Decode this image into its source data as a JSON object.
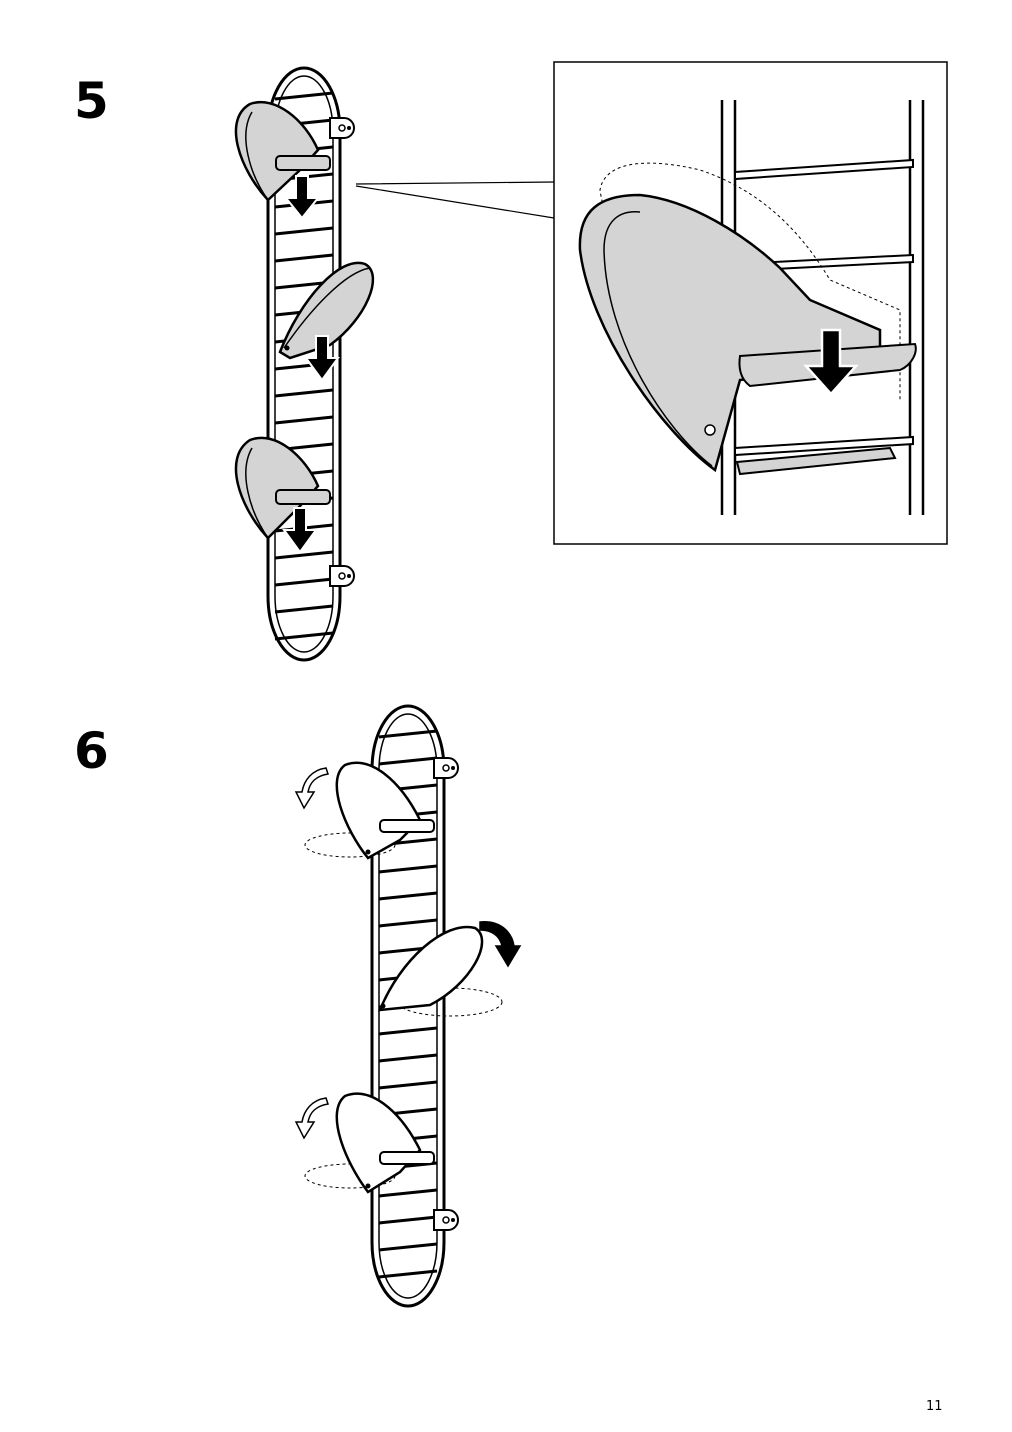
{
  "steps": [
    {
      "number": "5"
    },
    {
      "number": "6"
    }
  ],
  "page_number": "11",
  "colors": {
    "line": "#000000",
    "shade": "#d4d4d4",
    "paper": "#ffffff"
  },
  "illustrations": [
    {
      "icon": "shoe-rack-ladder-icon",
      "step": "5",
      "holders": 3,
      "arrow": "push-down-arrow-icon"
    },
    {
      "icon": "detail-zoom-icon",
      "step": "5"
    },
    {
      "icon": "shoe-rack-ladder-icon",
      "step": "6",
      "holders": 3,
      "arrow": "rotate-arrow-icon"
    }
  ]
}
